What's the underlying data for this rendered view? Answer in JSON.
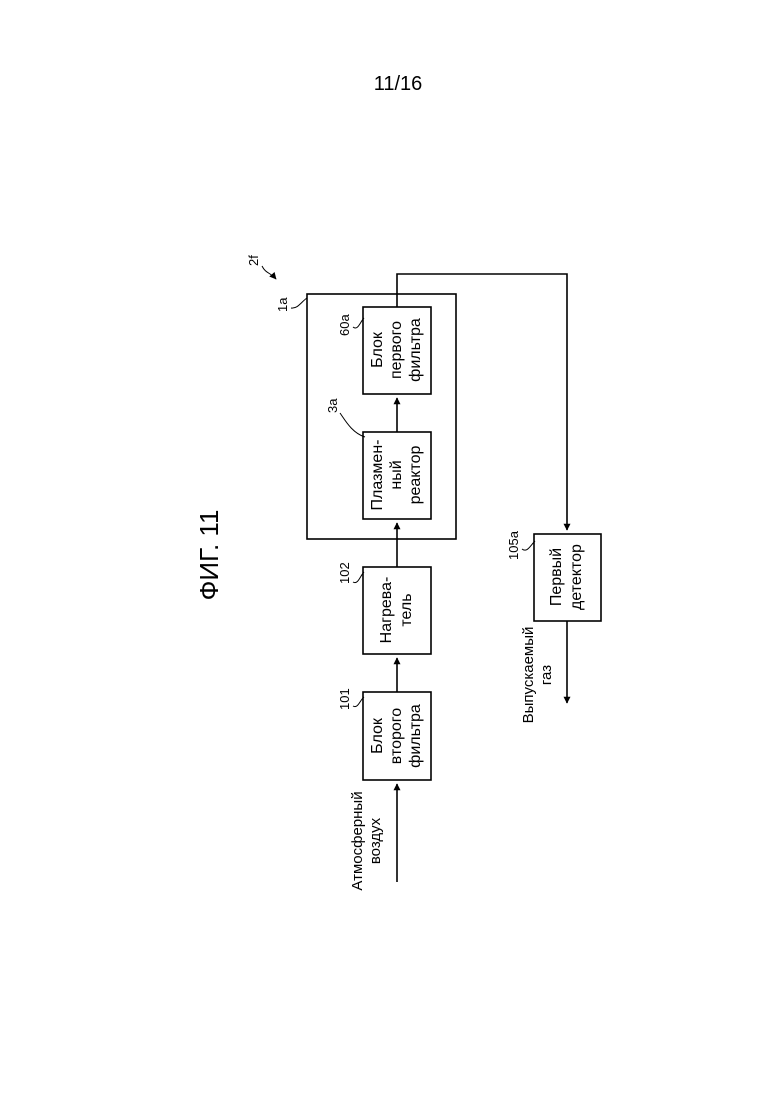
{
  "page_number": "11/16",
  "figure_title": "ФИГ. 11",
  "refs": {
    "system": "2f",
    "unit": "1a",
    "filter2": "101",
    "heater": "102",
    "reactor": "3a",
    "filter1": "60a",
    "detector": "105a"
  },
  "blocks": {
    "filter2": [
      "Блок",
      "второго",
      "фильтра"
    ],
    "heater": [
      "Нагрева-",
      "тель"
    ],
    "reactor": [
      "Плазмен-",
      "ный",
      "реактор"
    ],
    "filter1": [
      "Блок",
      "первого",
      "фильтра"
    ],
    "detector": [
      "Первый",
      "детектор"
    ]
  },
  "labels": {
    "intake": [
      "Атмосферный",
      "воздух"
    ],
    "exhaust": [
      "Выпускаемый",
      "газ"
    ]
  }
}
